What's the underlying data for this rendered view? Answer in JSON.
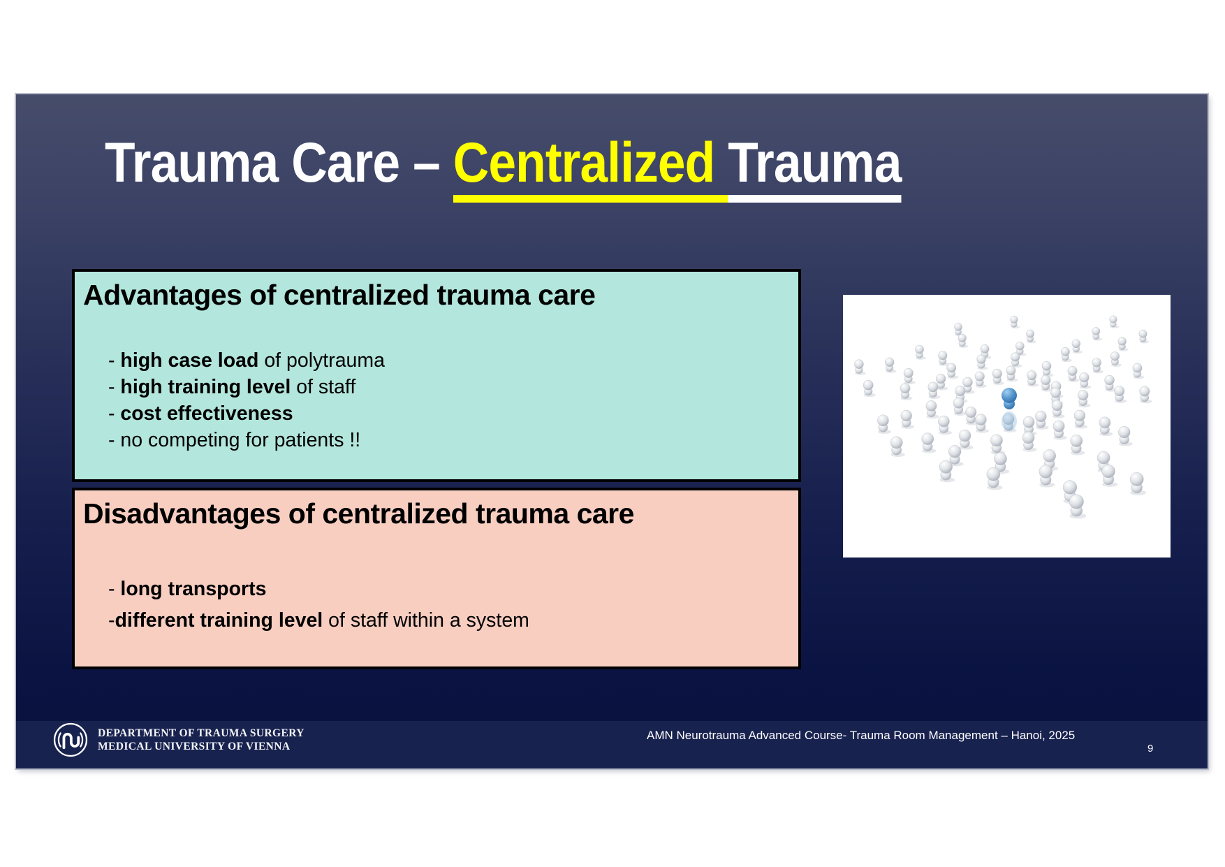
{
  "slide": {
    "title": {
      "prefix": "Trauma Care – ",
      "highlight": "Centralized ",
      "suffix": "Trauma"
    },
    "advantages": {
      "heading": "Advantages of centralized trauma care",
      "items": [
        {
          "dash": "- ",
          "bold": "high case load",
          "rest": " of polytrauma"
        },
        {
          "dash": "- ",
          "bold": "high training level",
          "rest": " of staff"
        },
        {
          "dash": "- ",
          "bold": "cost effectiveness",
          "rest": ""
        },
        {
          "dash": "- ",
          "bold": "",
          "rest": "no competing for patients !!"
        }
      ]
    },
    "disadvantages": {
      "heading": "Disadvantages of centralized trauma care",
      "items": [
        {
          "dash": "- ",
          "bold": "long transports",
          "rest": ""
        },
        {
          "dash": "-",
          "bold": "different training level",
          "rest": " of staff within a system"
        }
      ]
    },
    "image": {
      "alt": "crowd of silver figurines arranged in rays around one blue figurine in the center"
    },
    "footer": {
      "org_line1": "DEPARTMENT OF TRAUMA SURGERY",
      "org_line2": "MEDICAL UNIVERSITY OF VIENNA",
      "course": "AMN Neurotrauma Advanced Course- Trauma Room Management – Hanoi, 2025",
      "page_number": "9"
    },
    "colors": {
      "highlight_yellow": "#ffff00",
      "advantages_bg": "#b3e6dc",
      "disadvantages_bg": "#f8cec1",
      "bg_top": "#474c6b",
      "bg_bottom": "#091140",
      "footer_band": "#18224f",
      "figure_silver": "#dfe2e6",
      "figure_blue": "#5a9ad0"
    }
  }
}
